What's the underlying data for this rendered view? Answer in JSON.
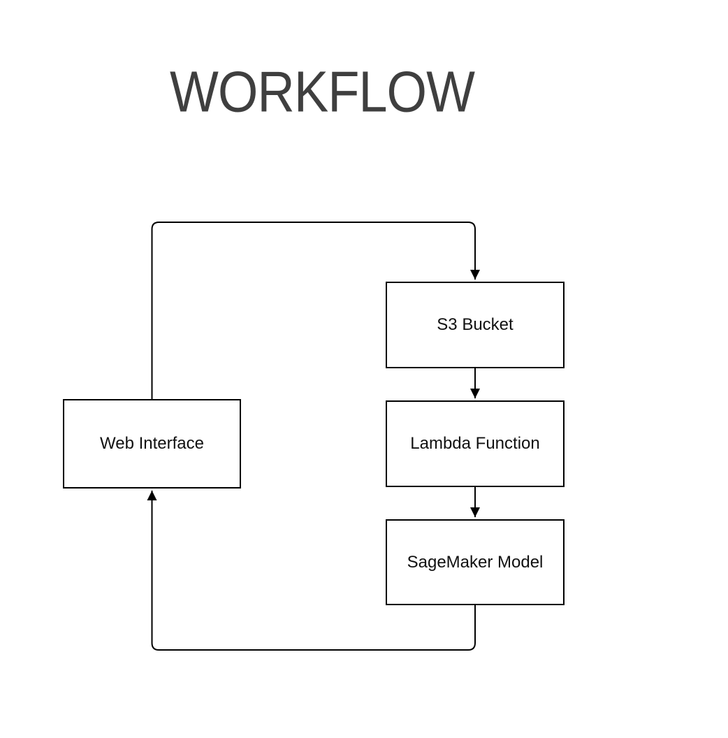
{
  "title": "WORKFLOW",
  "diagram": {
    "nodes": [
      {
        "id": "web-interface",
        "label": "Web Interface"
      },
      {
        "id": "s3-bucket",
        "label": "S3 Bucket"
      },
      {
        "id": "lambda-function",
        "label": "Lambda Function"
      },
      {
        "id": "sagemaker-model",
        "label": "SageMaker Model"
      }
    ],
    "edges": [
      {
        "from": "Web Interface",
        "to": "S3 Bucket",
        "arrow": "target"
      },
      {
        "from": "S3 Bucket",
        "to": "Lambda Function",
        "arrow": "target"
      },
      {
        "from": "Lambda Function",
        "to": "SageMaker Model",
        "arrow": "target"
      },
      {
        "from": "SageMaker Model",
        "to": "Web Interface",
        "arrow": "target"
      }
    ],
    "colors": {
      "line": "#000000",
      "box_border": "#000000",
      "box_fill": "#ffffff",
      "label": "#111111",
      "title": "#3f3f3f",
      "background": "#ffffff"
    }
  }
}
